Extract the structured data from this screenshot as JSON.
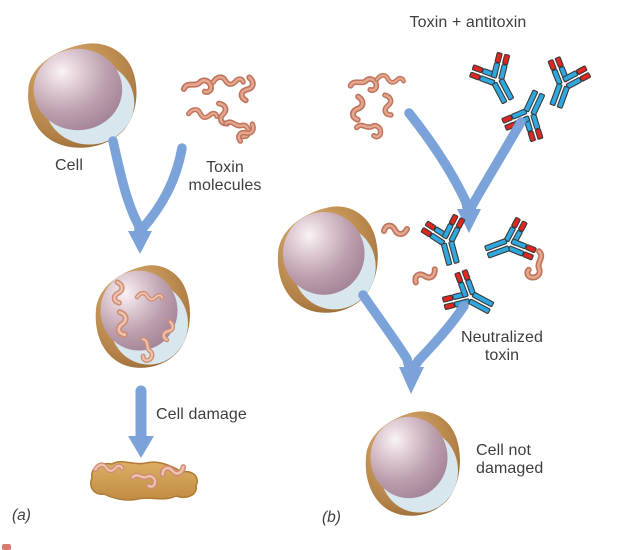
{
  "panel_a": {
    "tag": "(a)",
    "cell_label": "Cell",
    "toxin_label": "Toxin molecules",
    "arrow_label": "Cell damage"
  },
  "panel_b": {
    "tag": "(b)",
    "header": "Toxin + antitoxin",
    "neutralized_label": "Neutralized toxin",
    "result_label": "Cell not damaged"
  },
  "colors": {
    "background": "#ffffff",
    "arrow_blue": "#7ba3d9",
    "antibody_blue": "#2fa8e0",
    "antibody_red": "#e02621",
    "antibody_outline": "#3a3a3a",
    "toxin_outline": "#c1745d",
    "toxin_fill": "#e3a88f",
    "cell_rim_brown": "#c59557",
    "cell_interior_mauve": "#bb9dac",
    "cell_crescent_blue": "#d8e7ed",
    "damaged_cell_tan": "#cf9c52",
    "text": "#3e3e3e",
    "corner_fragment_red": "#c94f41"
  },
  "icons": {
    "cell-icon": "round cell with brown rim and mauve interior",
    "toxin-molecule-icon": "salmon squiggle worm shape",
    "antibody-icon": "Y-shaped antibody, blue arms with red tips",
    "merge-arrow-icon": "two curved branches converging into downward arrow",
    "down-arrow-icon": "straight downward arrow",
    "damaged-cell-icon": "flattened lumpy tan cell with toxins",
    "cut-off-text-fragment": "tiny red mark cropped at bottom-left corner"
  }
}
